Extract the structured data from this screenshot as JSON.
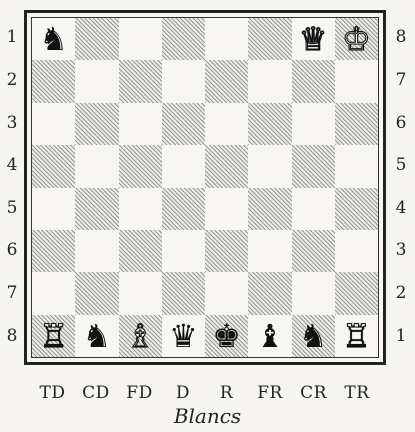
{
  "left_rank_labels": [
    "1",
    "2",
    "3",
    "4",
    "5",
    "6",
    "7",
    "8"
  ],
  "right_rank_labels": [
    "8",
    "7",
    "6",
    "5",
    "4",
    "3",
    "2",
    "1"
  ],
  "file_labels": [
    "TD",
    "CD",
    "FD",
    "D",
    "R",
    "FR",
    "CR",
    "TR"
  ],
  "side_caption": "Blancs",
  "pieces": [
    {
      "row": 0,
      "col": 0,
      "glyph": "♞",
      "color": "black",
      "name": "black-knight"
    },
    {
      "row": 0,
      "col": 6,
      "glyph": "♕",
      "color": "white",
      "name": "white-queen"
    },
    {
      "row": 0,
      "col": 7,
      "glyph": "♔",
      "color": "white",
      "name": "white-king"
    },
    {
      "row": 7,
      "col": 0,
      "glyph": "♖",
      "color": "white",
      "name": "white-rook"
    },
    {
      "row": 7,
      "col": 1,
      "glyph": "♞",
      "color": "black",
      "name": "black-knight"
    },
    {
      "row": 7,
      "col": 2,
      "glyph": "♗",
      "color": "white",
      "name": "white-bishop"
    },
    {
      "row": 7,
      "col": 3,
      "glyph": "♛",
      "color": "black",
      "name": "black-queen"
    },
    {
      "row": 7,
      "col": 4,
      "glyph": "♚",
      "color": "black",
      "name": "black-king"
    },
    {
      "row": 7,
      "col": 5,
      "glyph": "♝",
      "color": "black",
      "name": "black-bishop"
    },
    {
      "row": 7,
      "col": 6,
      "glyph": "♞",
      "color": "black",
      "name": "black-knight"
    },
    {
      "row": 7,
      "col": 7,
      "glyph": "♖",
      "color": "white",
      "name": "white-rook"
    }
  ]
}
